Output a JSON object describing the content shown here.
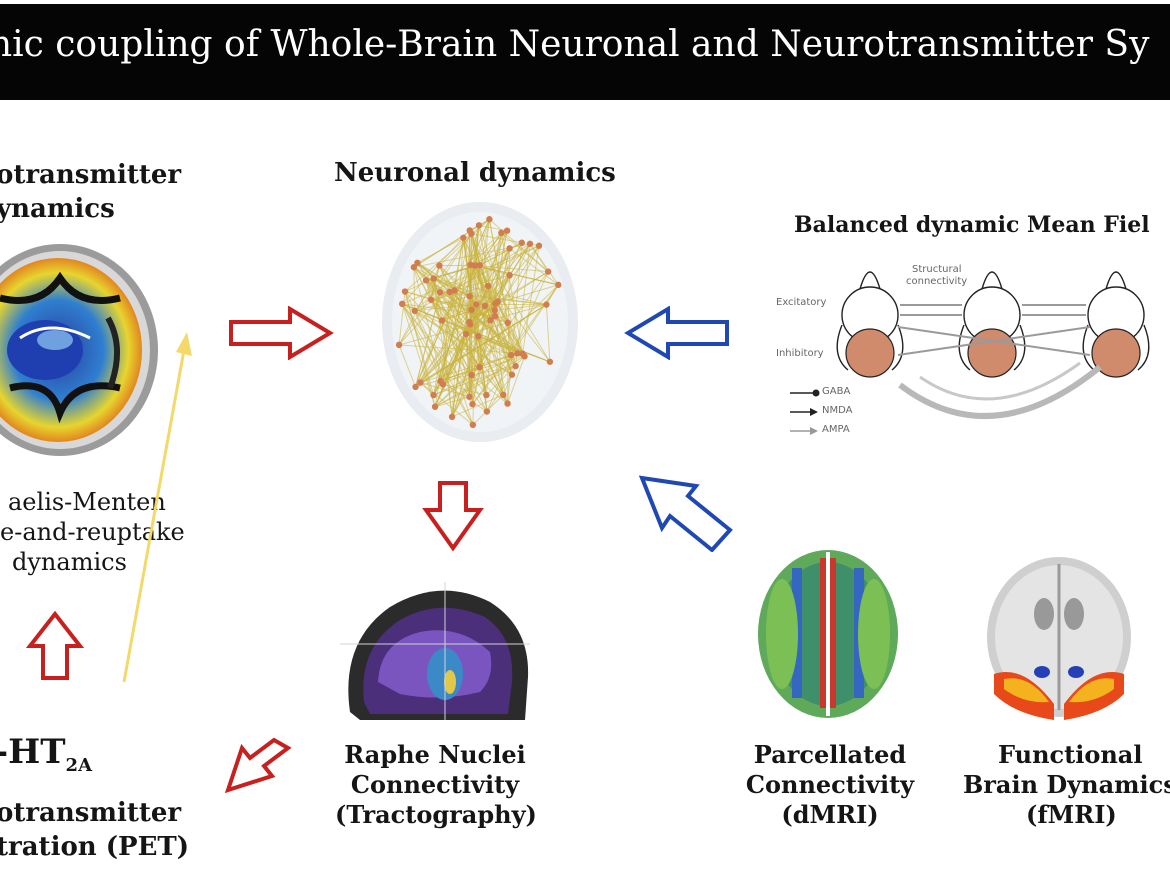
{
  "header": {
    "title": "mic coupling of Whole-Brain Neuronal and Neurotransmitter Sy"
  },
  "left_panel": {
    "title_line1": "otransmitter",
    "title_line2": "ynamics",
    "model_line1": "aelis-Menten",
    "model_line2": "e-and-reuptake",
    "model_line3": "dynamics",
    "receptor_prefix": "-HT",
    "receptor_sub": "2A",
    "pet_line1": "otransmitter",
    "pet_line2": "tration (PET)"
  },
  "center_panel": {
    "title": "Neuronal dynamics",
    "raphe_line1": "Raphe Nuclei",
    "raphe_line2": "Connectivity",
    "raphe_line3": "(Tractography)"
  },
  "right_panel": {
    "title": "Balanced dynamic Mean Fiel",
    "diagram": {
      "structural_label_line1": "Structural",
      "structural_label_line2": "connectivity",
      "excitatory_label": "Excitatory",
      "inhibitory_label": "Inhibitory",
      "legend": [
        "GABA",
        "NMDA",
        "AMPA"
      ]
    },
    "dmri_line1": "Parcellated",
    "dmri_line2": "Connectivity",
    "dmri_line3": "(dMRI)",
    "fmri_line1": "Functional",
    "fmri_line2": "Brain Dynamics",
    "fmri_line3": "(fMRI)"
  },
  "colors": {
    "red_arrow": "#c8201e",
    "blue_arrow": "#1f48b5",
    "yellow_arrow": "#f3d96a",
    "node": "#d27d50",
    "edge": "#c8b23c",
    "inhibitory_fill": "#d08a6c"
  }
}
